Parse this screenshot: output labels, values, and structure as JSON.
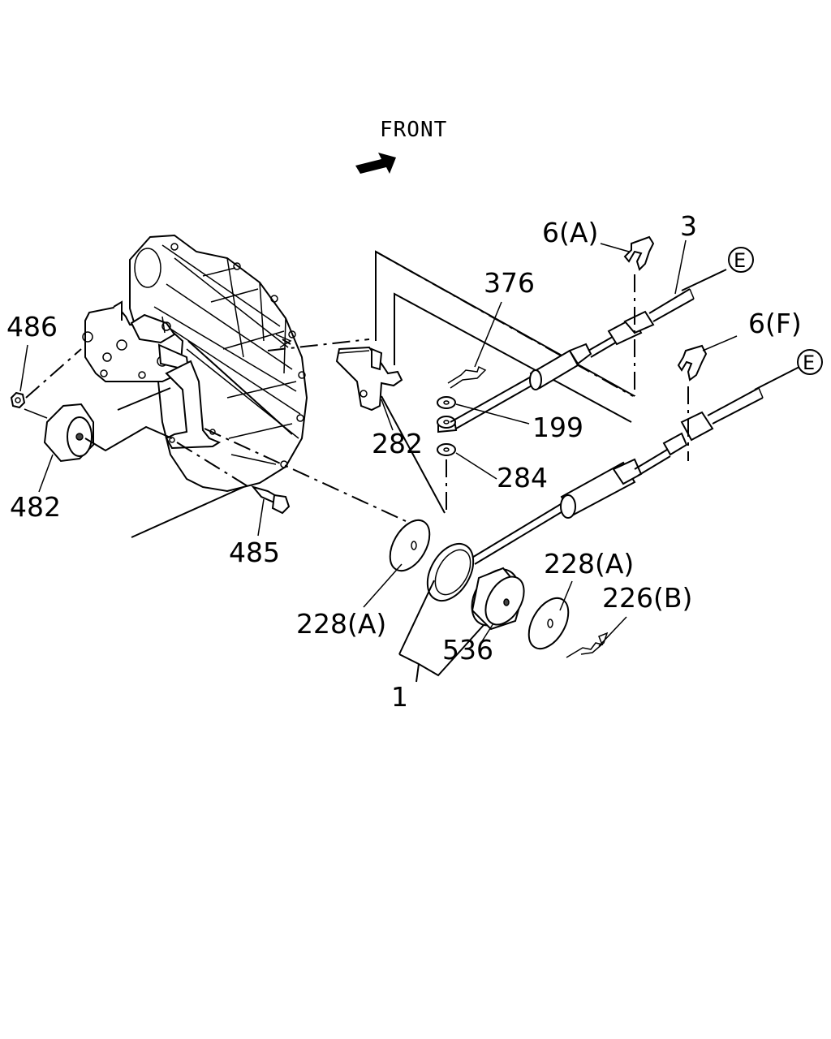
{
  "direction_label": "FRONT",
  "ref_marker": "E",
  "callouts": {
    "p486": "486",
    "p482": "482",
    "p485": "485",
    "p282": "282",
    "p376": "376",
    "p199": "199",
    "p284": "284",
    "p6a": "6(A)",
    "p6f": "6(F)",
    "p3": "3",
    "p228a_left": "228(A)",
    "p228a_right": "228(A)",
    "p226b": "226(B)",
    "p536": "536",
    "p1": "1"
  }
}
